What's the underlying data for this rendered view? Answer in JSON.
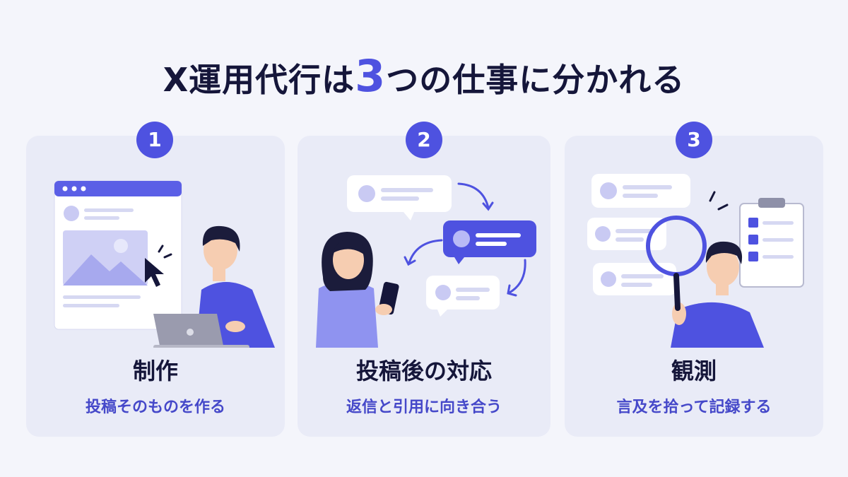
{
  "title": {
    "prefix": "X運用代行は",
    "number": "3",
    "suffix": "つの仕事に分かれる"
  },
  "cards": [
    {
      "number": "1",
      "title": "制作",
      "subtitle": "投稿そのものを作る"
    },
    {
      "number": "2",
      "title": "投稿後の対応",
      "subtitle": "返信と引用に向き合う"
    },
    {
      "number": "3",
      "title": "観測",
      "subtitle": "言及を拾って記録する"
    }
  ],
  "colors": {
    "accent": "#4e52e0",
    "card_bg": "#e9ebf7",
    "page_bg": "#f4f5fb",
    "text": "#15163a"
  },
  "icons": [
    "browser-window-icon",
    "cursor-icon",
    "laptop-icon",
    "smartphone-icon",
    "chat-bubble-icon",
    "arrow-icon",
    "magnifier-icon",
    "clipboard-checklist-icon"
  ]
}
